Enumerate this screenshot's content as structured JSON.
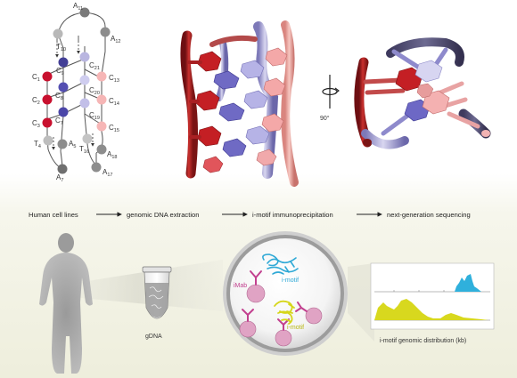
{
  "structure_labels": {
    "A11": {
      "base": "A",
      "sub": "11"
    },
    "A12": {
      "base": "A",
      "sub": "12"
    },
    "T10": {
      "base": "T",
      "sub": "10"
    },
    "C1": {
      "base": "C",
      "sub": "1"
    },
    "C2": {
      "base": "C",
      "sub": "2"
    },
    "C3": {
      "base": "C",
      "sub": "3"
    },
    "C7": {
      "base": "C",
      "sub": "7"
    },
    "C8": {
      "base": "C",
      "sub": "8"
    },
    "C9": {
      "base": "C",
      "sub": "9"
    },
    "C13": {
      "base": "C",
      "sub": "13"
    },
    "C14": {
      "base": "C",
      "sub": "14"
    },
    "C15": {
      "base": "C",
      "sub": "15"
    },
    "C19": {
      "base": "C",
      "sub": "19"
    },
    "C20": {
      "base": "C",
      "sub": "20"
    },
    "C21": {
      "base": "C",
      "sub": "21"
    },
    "T4": {
      "base": "T",
      "sub": "4"
    },
    "A5": {
      "base": "A",
      "sub": "5"
    },
    "A7": {
      "base": "A",
      "sub": "7"
    },
    "T16": {
      "base": "T",
      "sub": "16"
    },
    "A17": {
      "base": "A",
      "sub": "17"
    },
    "A18": {
      "base": "A",
      "sub": "18"
    }
  },
  "rotation_label": "90°",
  "pipeline": {
    "step1": "Human cell lines",
    "step2": "genomic DNA extraction",
    "step3": "i-motif immunoprecipitation",
    "step4": "next-generation sequencing"
  },
  "tube_label": "gDNA",
  "lens": {
    "imab_label": "iMab",
    "imotif_label_1": "i-motif",
    "imotif_label_2": "i-motif"
  },
  "genome_caption": "i-motif genomic distribution (kb)",
  "colors": {
    "cytosine_red": "#c8102e",
    "cytosine_blue": "#6b63c9",
    "cytosine_pink": "#f4b6b8",
    "backbone_red": "#a81f22",
    "backbone_purple": "#8c88c2",
    "track_blue": "#2fb0dc",
    "track_yellow": "#d8d81e",
    "imab_magenta": "#c2408f"
  }
}
